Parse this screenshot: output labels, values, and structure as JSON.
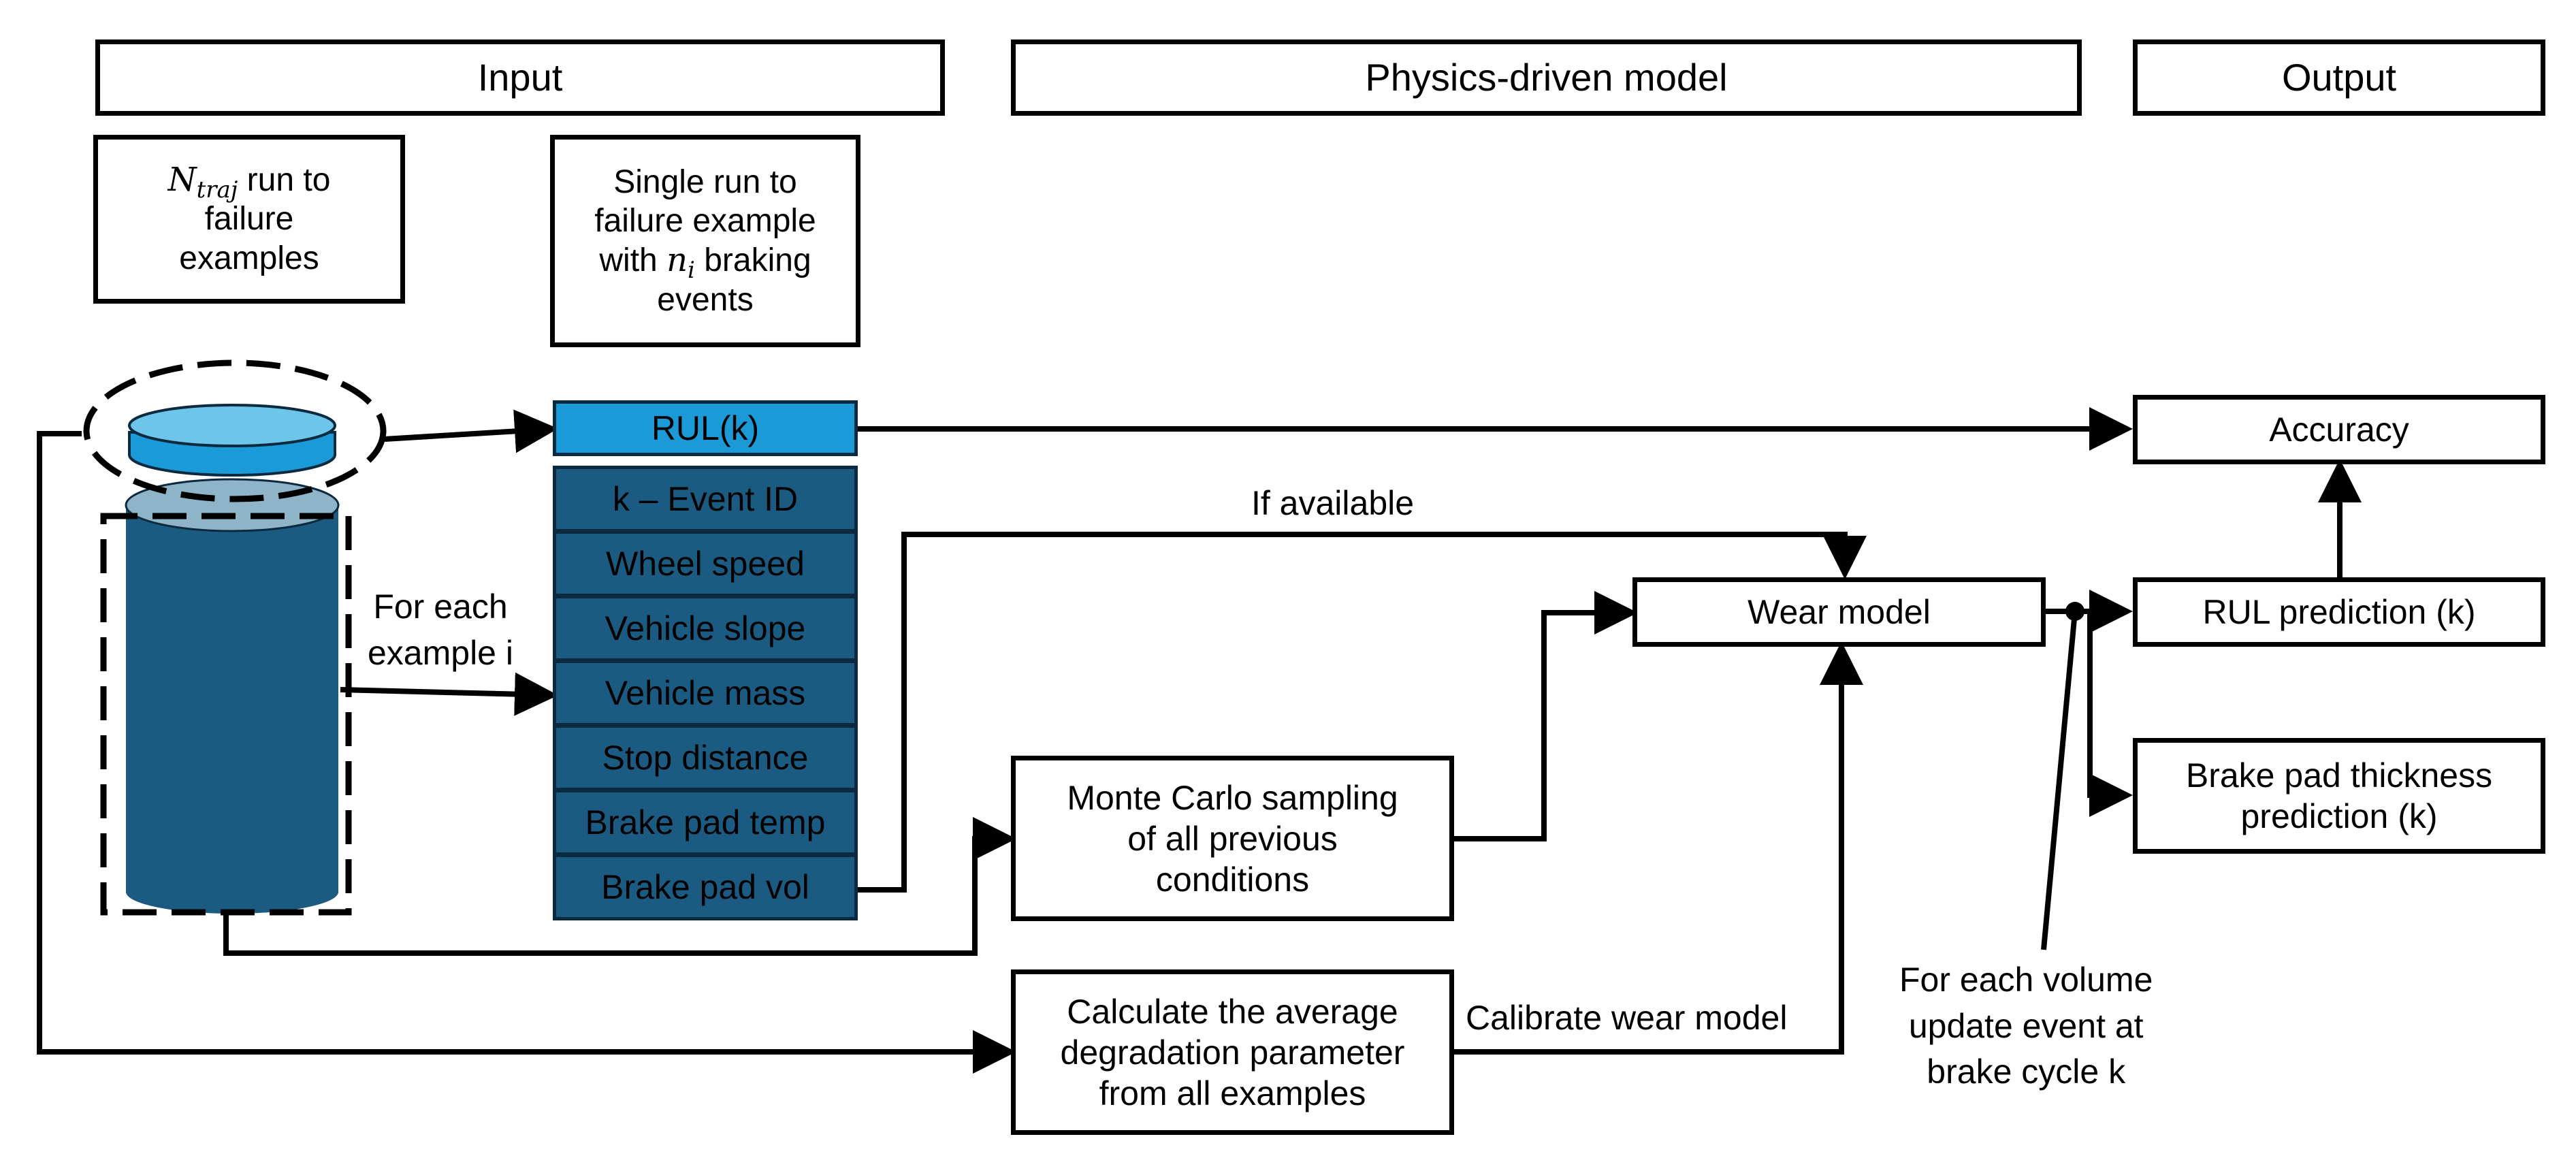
{
  "headers": {
    "input": "Input",
    "physics": "Physics-driven model",
    "output": "Output"
  },
  "input_notes": {
    "n_traj_symbol": "N",
    "n_traj_subscript": "traj",
    "n_traj_rest_line1": "run to",
    "n_traj_line2": "failure",
    "n_traj_line3": "examples",
    "single_line1": "Single run to",
    "single_line2": "failure example",
    "single_with": "with",
    "single_n_symbol": "n",
    "single_n_subscript": "i",
    "single_braking": "braking",
    "single_line4": "events"
  },
  "rul_field": "RUL(k)",
  "fields": [
    "k – Event ID",
    "Wheel speed",
    "Vehicle slope",
    "Vehicle mass",
    "Stop distance",
    "Brake pad temp",
    "Brake pad vol"
  ],
  "labels": {
    "for_each_line1": "For each",
    "for_each_line2": "example i",
    "if_available": "If available",
    "calibrate": "Calibrate wear model",
    "volume_line1": "For each volume",
    "volume_line2": "update event at",
    "volume_line3": "brake cycle k"
  },
  "boxes": {
    "monte_carlo_line1": "Monte Carlo sampling",
    "monte_carlo_line2": "of all previous",
    "monte_carlo_line3": "conditions",
    "calc_line1": "Calculate the average",
    "calc_line2": "degradation parameter",
    "calc_line3": "from all examples",
    "wear_model": "Wear model",
    "accuracy": "Accuracy",
    "rul_prediction": "RUL prediction (k)",
    "thickness_line1": "Brake pad thickness",
    "thickness_line2": "prediction (k)"
  },
  "colors": {
    "cylinder_body": "#1b5b82",
    "cylinder_top": "#1a9ad6",
    "field_fill": "#1b5b82",
    "rul_fill": "#1a9ad6"
  }
}
